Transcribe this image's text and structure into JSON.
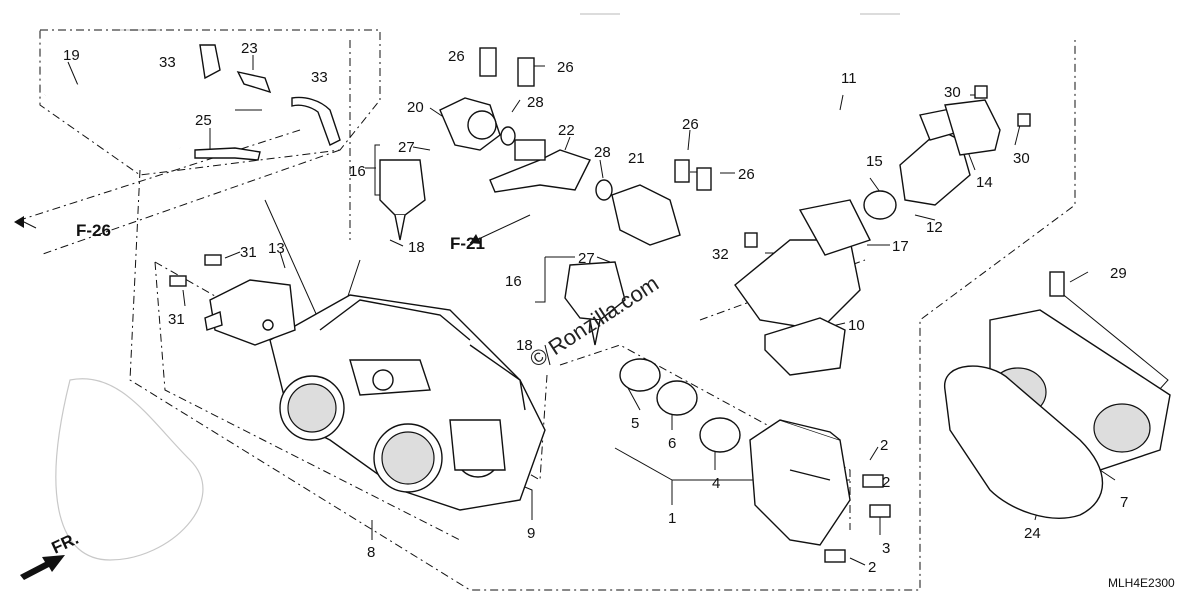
{
  "labels": {
    "l1": "1",
    "l2a": "2",
    "l2b": "2",
    "l2c": "2",
    "l3": "3",
    "l4": "4",
    "l5": "5",
    "l6": "6",
    "l7": "7",
    "l8": "8",
    "l9": "9",
    "l10": "10",
    "l11": "11",
    "l12": "12",
    "l13": "13",
    "l14": "14",
    "l15": "15",
    "l16a": "16",
    "l16b": "16",
    "l17": "17",
    "l18a": "18",
    "l18b": "18",
    "l19": "19",
    "l20": "20",
    "l21": "21",
    "l22": "22",
    "l23": "23",
    "l24": "24",
    "l25": "25",
    "l26a": "26",
    "l26b": "26",
    "l26c": "26",
    "l26d": "26",
    "l27a": "27",
    "l27b": "27",
    "l28a": "28",
    "l28b": "28",
    "l29": "29",
    "l30a": "30",
    "l30b": "30",
    "l31a": "31",
    "l31b": "31",
    "l32": "32",
    "l33a": "33",
    "l33b": "33"
  },
  "refs": {
    "f26": "F-26",
    "f21": "F-21",
    "fr": "FR."
  },
  "watermark": "© Ronzilla.com",
  "diagram_code": "MLH4E2300"
}
